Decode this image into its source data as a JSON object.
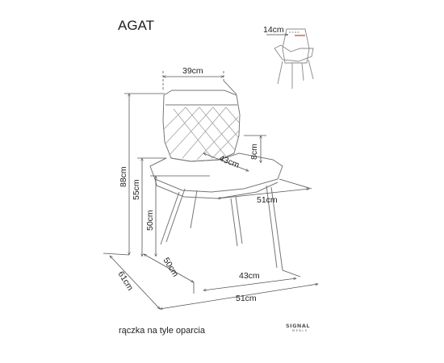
{
  "product": {
    "name": "AGAT"
  },
  "dimensions": {
    "inset_handle_width": "14cm",
    "backrest_width": "39cm",
    "seat_depth": "43cm",
    "armrest_height": "8cm",
    "seat_width": "51cm",
    "total_height": "88cm",
    "armrest_floor_height": "55cm",
    "seat_height": "50cm",
    "base_depth": "50cm",
    "base_width_inner": "43cm",
    "base_width": "51cm",
    "total_depth": "61cm"
  },
  "caption": "rączka na tyle oparcia",
  "logo": {
    "text": "SIGNAL",
    "sub": "MEBLE"
  },
  "colors": {
    "lines": "#555555",
    "text": "#222222",
    "accent": "#d9534f",
    "chair": "#777777"
  }
}
